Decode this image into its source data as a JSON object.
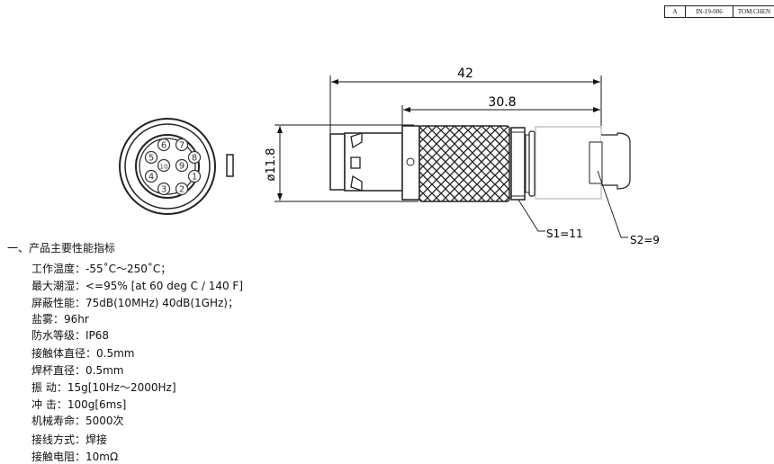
{
  "title_block": {
    "rev": "A",
    "doc_no": "IN-19-006",
    "author": "TOM.CHEN"
  },
  "drawing": {
    "dim_overall_length": "42",
    "dim_body_length": "30.8",
    "dim_diameter": "ø11.8",
    "wrench_s1": "S1=11",
    "wrench_s2": "S2=9",
    "pins": [
      "1",
      "2",
      "3",
      "4",
      "5",
      "6",
      "7",
      "8",
      "9",
      "10"
    ]
  },
  "specs": {
    "heading": "一、产品主要性能指标",
    "lines": [
      "工作温度：-55˚C～250˚C；",
      "最大潮湿：<=95% [at 60 deg C / 140 F]",
      "屏蔽性能：75dB(10MHz)  40dB(1GHz)；",
      "盐雾：96hr",
      "防水等级：IP68",
      "接触体直径：0.5mm",
      "焊杯直径：0.5mm",
      "振    动：15g[10Hz～2000Hz]",
      "冲    击：100g[6ms]",
      "机械寿命：5000次",
      "接线方式：焊接",
      "接触电阻：10mΩ"
    ]
  }
}
